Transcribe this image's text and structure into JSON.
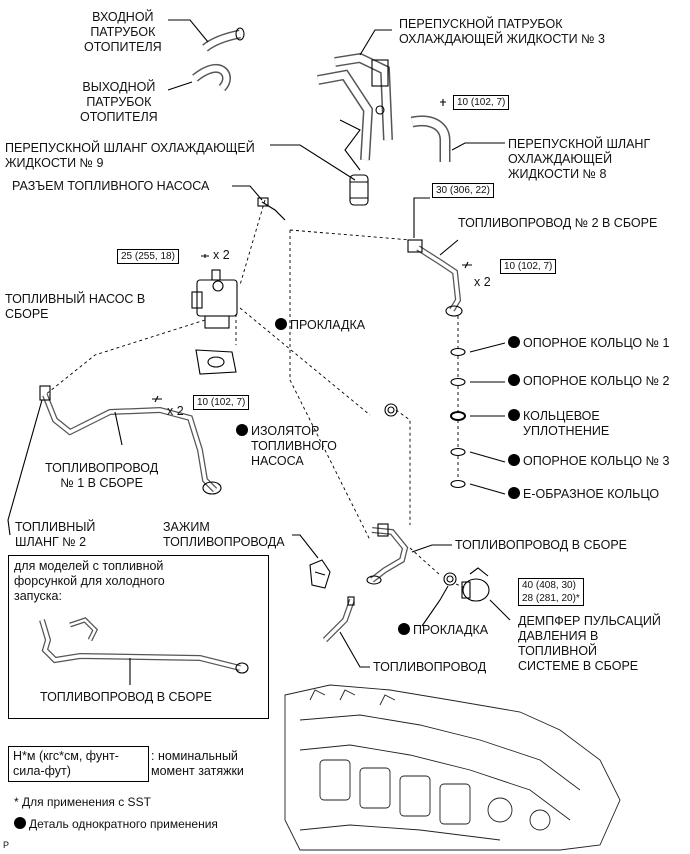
{
  "labels": {
    "heater_inlet": "ВХОДНОЙ\nПАТРУБОК\nОТОПИТЕЛЯ",
    "heater_outlet": "ВЫХОДНОЙ\nПАТРУБОК\nОТОПИТЕЛЯ",
    "bypass_pipe3": "ПЕРЕПУСКНОЙ ПАТРУБОК\nОХЛАЖДАЮЩЕЙ ЖИДКОСТИ № 3",
    "bypass_hose9": "ПЕРЕПУСКНОЙ ШЛАНГ ОХЛАЖДАЮЩЕЙ\nЖИДКОСТИ № 9",
    "bypass_hose8": "ПЕРЕПУСКНОЙ ШЛАНГ\nОХЛАЖДАЮЩЕЙ\nЖИДКОСТИ № 8",
    "pump_connector": "РАЗЪЕМ ТОПЛИВНОГО НАСОСА",
    "fuel_pipe2": "ТОПЛИВОПРОВОД № 2 В СБОРЕ",
    "fuel_pump": "ТОПЛИВНЫЙ НАСОС В\nСБОРЕ",
    "gasket_top": "ПРОКЛАДКА",
    "backup_ring1": "ОПОРНОЕ КОЛЬЦО № 1",
    "backup_ring2": "ОПОРНОЕ КОЛЬЦО № 2",
    "o_ring": "КОЛЬЦЕВОЕ\nУПЛОТНЕНИЕ",
    "backup_ring3": "ОПОРНОЕ КОЛЬЦО № 3",
    "e_ring": "Е-ОБРАЗНОЕ КОЛЬЦО",
    "pump_insulator": "ИЗОЛЯТОР\nТОПЛИВНОГО\nНАСОСА",
    "fuel_pipe1": "ТОПЛИВОПРОВОД\n№ 1 В СБОРЕ",
    "fuel_hose2": "ТОПЛИВНЫЙ\nШЛАНГ № 2",
    "pipe_clamp": "ЗАЖИМ\nТОПЛИВОПРОВОДА",
    "fuel_pipe_assy": "ТОПЛИВОПРОВОД В СБОРЕ",
    "gasket_bottom": "ПРОКЛАДКА",
    "damper": "ДЕМПФЕР ПУЛЬСАЦИЙ\nДАВЛЕНИЯ В\nТОПЛИВНОЙ\nСИСТЕМЕ В СБОРЕ",
    "fuel_pipe": "ТОПЛИВОПРОВОД",
    "inset_title": "для моделей с топливной\nфорсункой для холодного\nзапуска:",
    "inset_pipe": "ТОПЛИВОПРОВОД В СБОРЕ",
    "page_marker": "P"
  },
  "torques": {
    "t_10_top": "10 (102, 7)",
    "t_30": "30 (306, 22)",
    "t_25": "25 (255, 18)",
    "t_10_mid": "10 (102, 7)",
    "t_10_left": "10 (102, 7)",
    "t_40": "40 (408, 30)\n28 (281, 20)*"
  },
  "multipliers": {
    "x2_a": "x 2",
    "x2_b": "x 2",
    "x2_c": "x 2"
  },
  "legend": {
    "unit_box": "Н*м (кгс*см, фунт-\nсила-фут)",
    "unit_desc": ": номинальный\nмомент затяжки",
    "sst_note": "* Для применения с SST",
    "single_use": "Деталь однократного применения"
  }
}
